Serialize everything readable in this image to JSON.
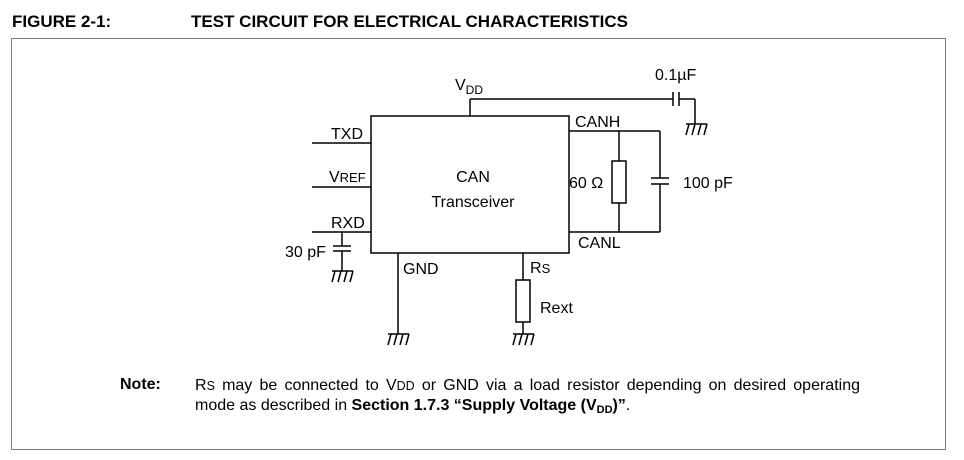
{
  "figure": {
    "label": "FIGURE 2-1:",
    "title": "TEST CIRCUIT FOR ELECTRICAL CHARACTERISTICS"
  },
  "circuit": {
    "block_line1": "CAN",
    "block_line2": "Transceiver",
    "vdd_main": "V",
    "vdd_sub": "DD",
    "cap_top_value": "0.1µF",
    "txd": "TXD",
    "vref_v": "V",
    "vref_rest": "REF",
    "rxd": "RXD",
    "cap_rxd_value": "30 pF",
    "gnd": "GND",
    "rs_r": "R",
    "rs_s": "S",
    "rext": "Rext",
    "canh": "CANH",
    "canl": "CANL",
    "res_value": "60 Ω",
    "cap_bus_value": "100 pF"
  },
  "note": {
    "label": "Note:",
    "rs_r": "R",
    "rs_s": "S",
    "text_1": " may be connected to ",
    "vdd_v": "V",
    "vdd_dd": "DD",
    "text_2": " or GND via a load resistor depending on desired operating mode as described in ",
    "section_ref": "Section 1.7.3 “Supply Voltage (V",
    "section_sub": "DD",
    "section_end": ")”",
    "text_end": "."
  }
}
